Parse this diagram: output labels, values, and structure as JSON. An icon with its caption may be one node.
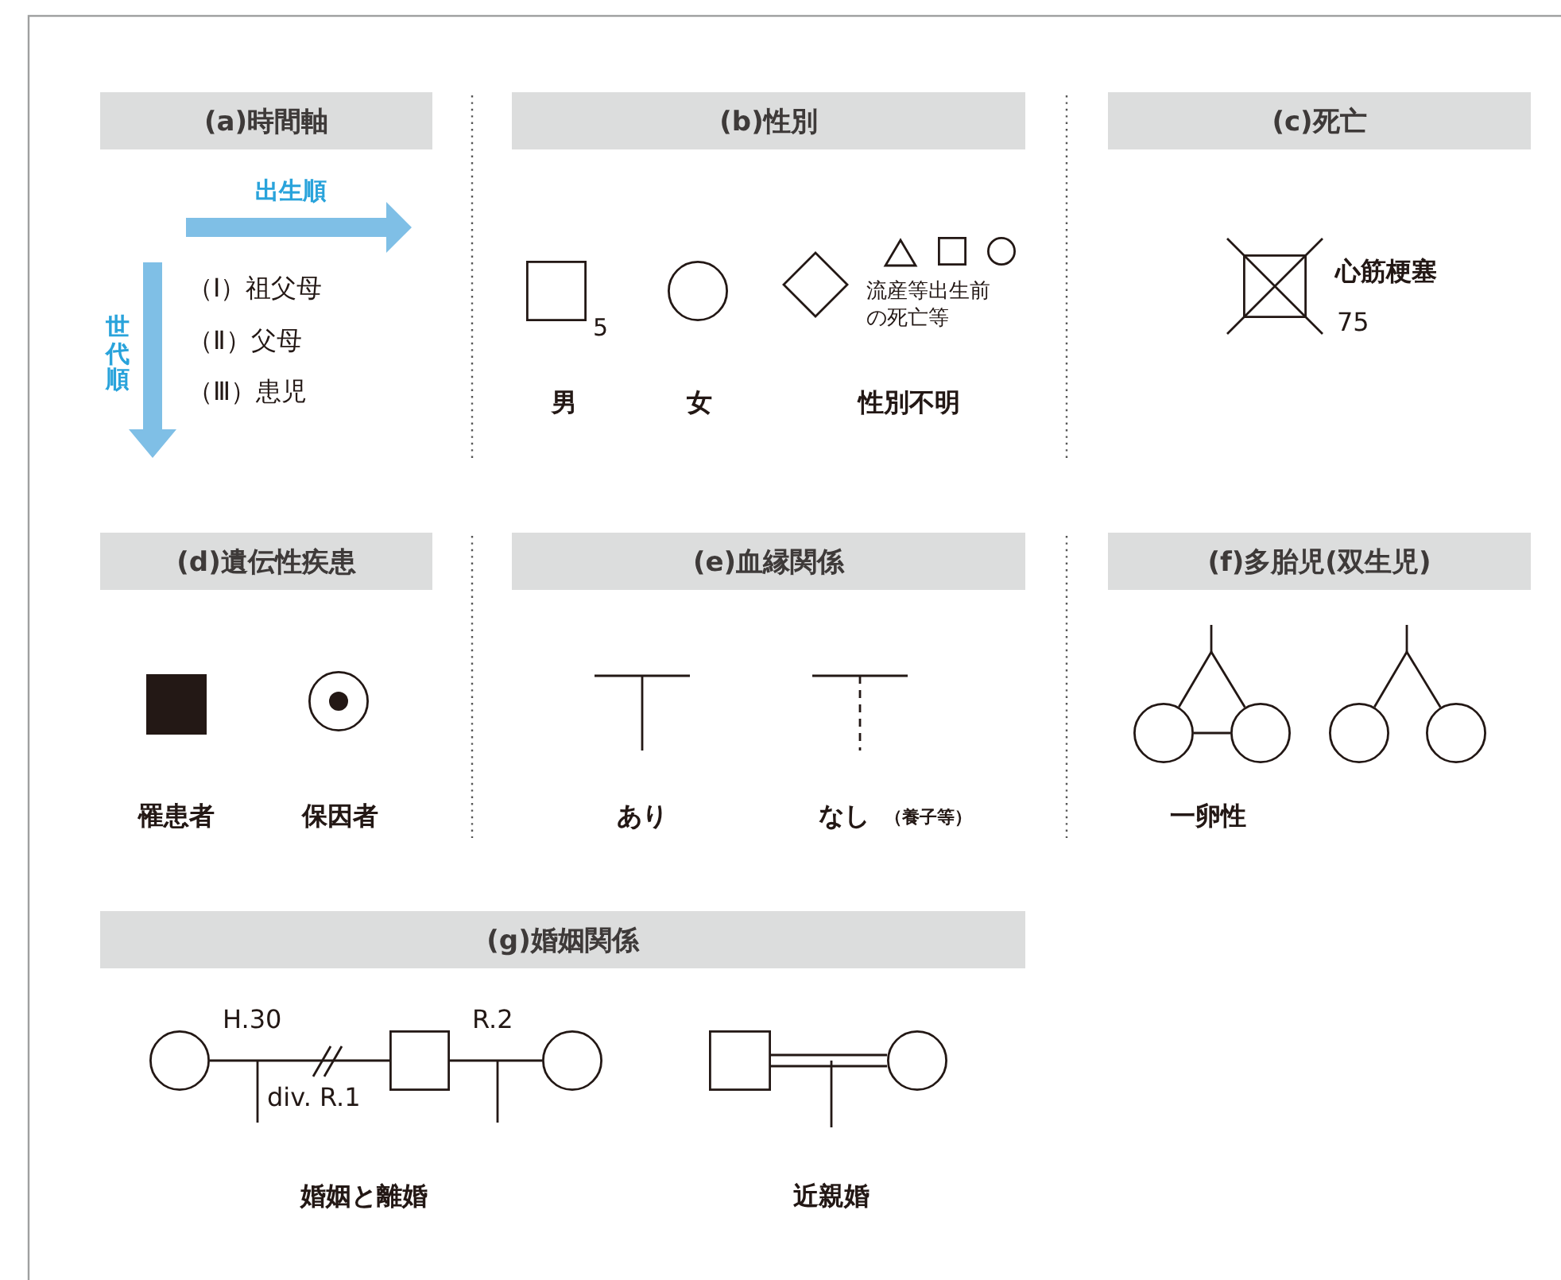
{
  "diagram": {
    "nodes": [
      {
        "text": [
          "(a)時間軸"
        ]
      },
      {
        "text": [
          "(b)性別"
        ]
      },
      {
        "text": [
          "(c)死亡"
        ]
      },
      {
        "text": [
          "(d)遺伝性疾患"
        ]
      },
      {
        "text": [
          "(e)血縁関係"
        ]
      },
      {
        "text": [
          "(f)多胎児(双生児)"
        ]
      },
      {
        "text": [
          "(g)婚姻関係"
        ]
      },
      {
        "text": [],
        "shape": "box",
        "beside": [
          "5"
        ]
      },
      {
        "text": [],
        "shape": "circle"
      },
      {
        "text": [],
        "shape": "diamond"
      },
      {
        "text": [],
        "shape": "triangle"
      },
      {
        "text": [],
        "shape": "box"
      },
      {
        "text": [],
        "shape": "circle"
      },
      {
        "text": [],
        "shape": "box",
        "beside": [
          "心筋梗塞",
          "75"
        ]
      },
      {
        "text": [],
        "shape": "box"
      },
      {
        "text": [],
        "shape": "circle"
      },
      {
        "text": [],
        "shape": "circle"
      },
      {
        "text": [],
        "shape": "circle"
      },
      {
        "text": [],
        "shape": "circle"
      },
      {
        "text": [],
        "shape": "circle"
      },
      {
        "text": [],
        "shape": "circle"
      },
      {
        "text": [],
        "shape": "box"
      },
      {
        "text": [],
        "shape": "circle"
      },
      {
        "text": [],
        "shape": "box"
      },
      {
        "text": [],
        "shape": "circle"
      }
    ],
    "edges": [
      {
        "from": 16,
        "to": 17,
        "arrow": "none"
      },
      {
        "from": 16,
        "to": 17,
        "arrow": "none"
      },
      {
        "from": 18,
        "to": 19,
        "arrow": "none"
      },
      {
        "from": 20,
        "to": 21,
        "arrow": "none"
      },
      {
        "from": 21,
        "to": 22,
        "arrow": "none"
      },
      {
        "from": 23,
        "to": 24,
        "arrow": "none"
      }
    ],
    "labels": [
      "出生順",
      "世代順",
      "（Ⅰ）祖父母",
      "（Ⅱ）父母",
      "（Ⅲ）患児",
      "流産等出生前の死亡等",
      "男",
      "女",
      "性別不明",
      "罹患者",
      "保因者",
      "あり",
      "なし",
      "（養子等）",
      "一卵性",
      "H.30",
      "div. R.1",
      "R.2",
      "婚姻と離婚",
      "近親婚"
    ]
  }
}
